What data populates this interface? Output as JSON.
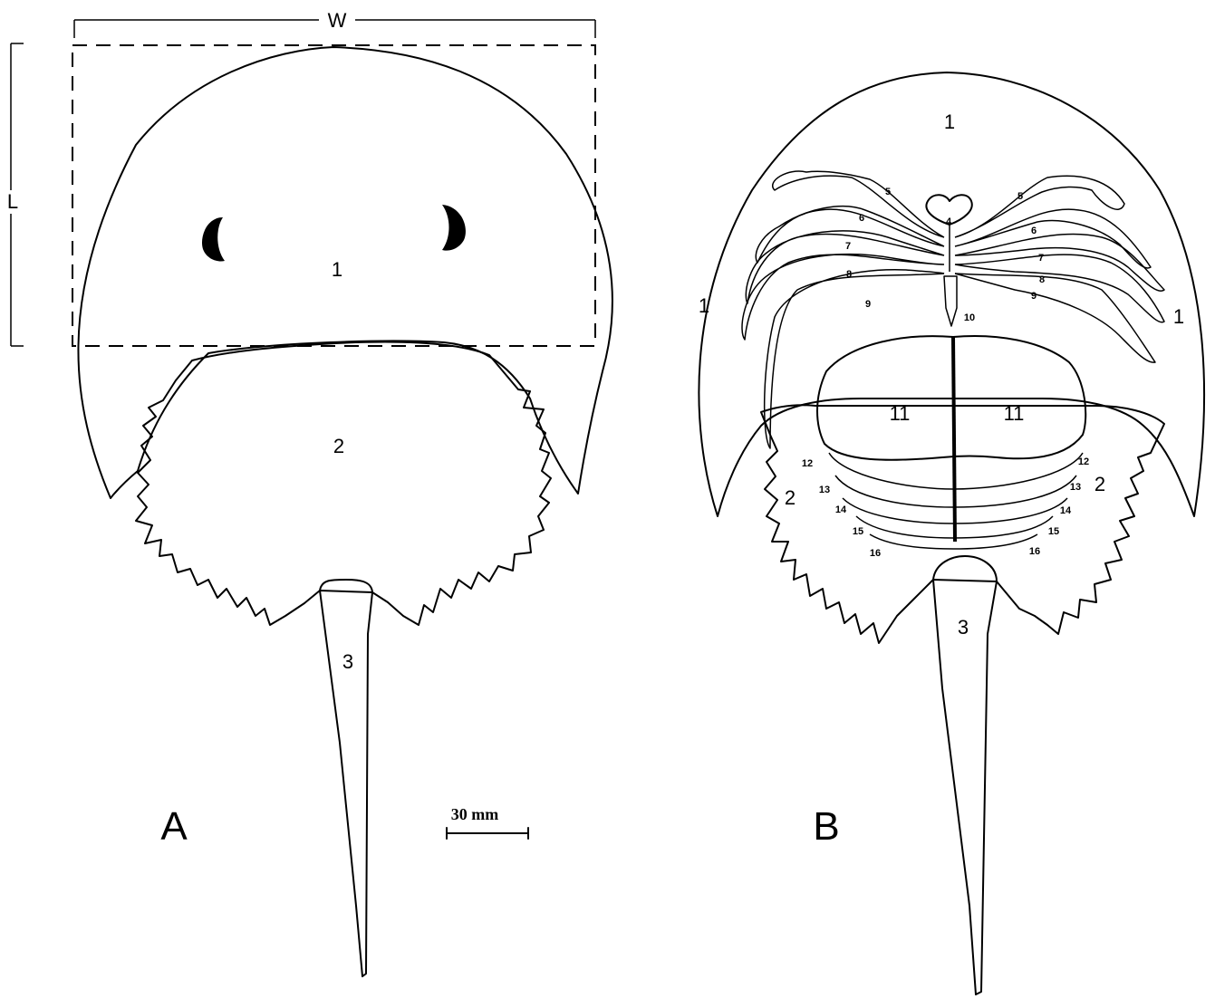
{
  "measure": {
    "width_label": "W",
    "length_label": "L"
  },
  "panel_a": {
    "letter": "A",
    "labels": {
      "prosoma": "1",
      "opisthosoma": "2",
      "telson": "3"
    }
  },
  "panel_b": {
    "letter": "B",
    "labels": {
      "prosoma": "1",
      "prosoma_left": "1",
      "prosoma_right": "1",
      "opisthosoma_left": "2",
      "opisthosoma_right": "2",
      "telson": "3",
      "chelicera": "4",
      "leg1_left": "5",
      "leg1_right": "5",
      "leg2_left": "6",
      "leg2_right": "6",
      "leg3_left": "7",
      "leg3_right": "7",
      "leg4_left": "8",
      "leg4_right": "8",
      "leg5_left": "9",
      "leg5_right": "9",
      "chilaria": "10",
      "operculum_left": "11",
      "operculum_right": "11",
      "gill_12_left": "12",
      "gill_12_right": "12",
      "gill_13_left": "13",
      "gill_13_right": "13",
      "gill_14_left": "14",
      "gill_14_right": "14",
      "gill_15_left": "15",
      "gill_15_right": "15",
      "gill_16_left": "16",
      "gill_16_right": "16"
    }
  },
  "scale_bar": {
    "label": "30 mm"
  }
}
